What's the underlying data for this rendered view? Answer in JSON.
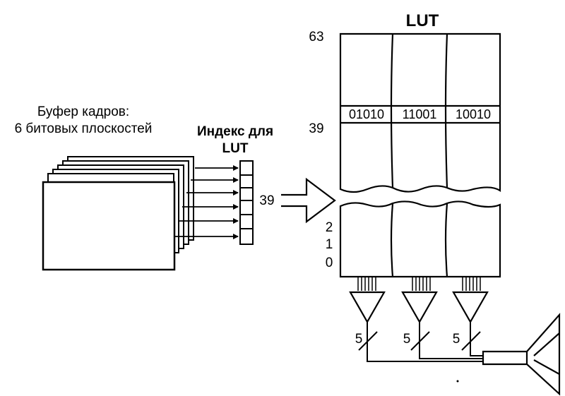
{
  "labels": {
    "frame_buffer_line1": "Буфер кадров:",
    "frame_buffer_line2": "6 битовых плоскостей",
    "index_line1": "Индекс для",
    "index_line2": "LUT",
    "lut_title": "LUT",
    "index_value": "39"
  },
  "lut": {
    "row_top": "63",
    "row_mid": "39",
    "rows_bottom": [
      "2",
      "1",
      "0"
    ],
    "entries": [
      "01010",
      "11001",
      "10010"
    ]
  },
  "dac_widths": [
    "5",
    "5",
    "5"
  ],
  "colors": {
    "ink": "#000000",
    "background": "#ffffff"
  }
}
